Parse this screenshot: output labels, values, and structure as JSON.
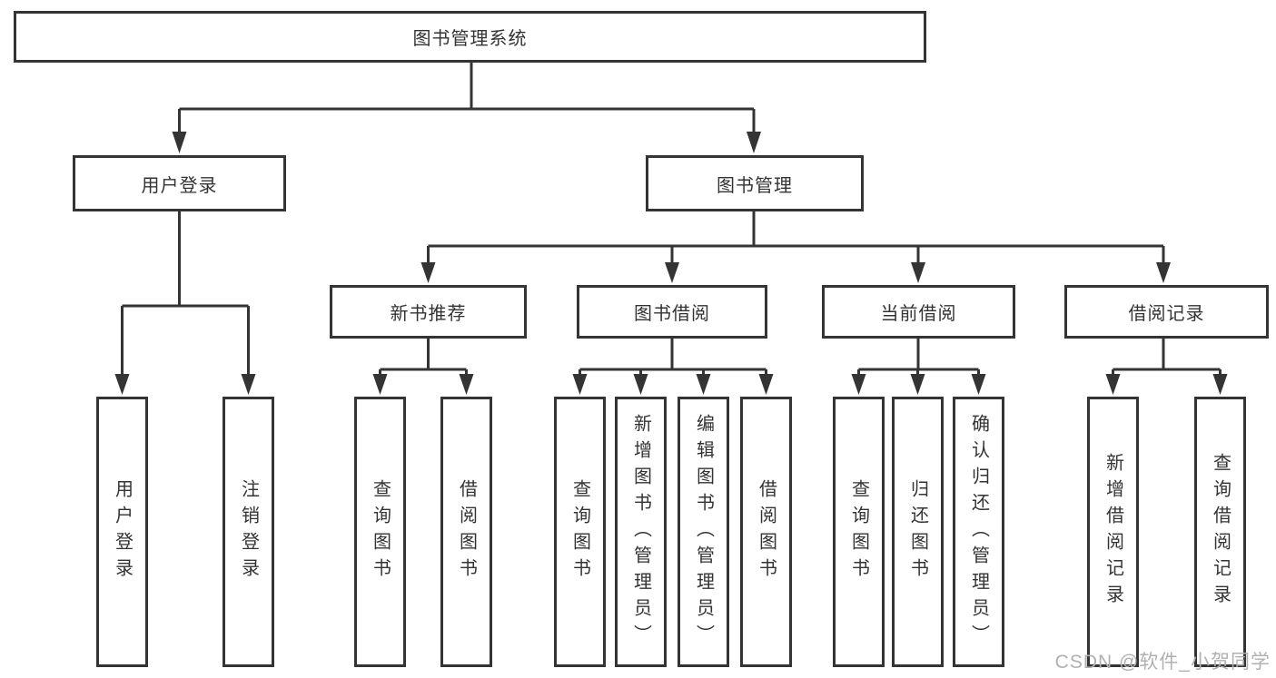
{
  "structure": {
    "label": "图书管理系统",
    "children": [
      {
        "label": "用户登录",
        "children": [
          {
            "label": "用户登录"
          },
          {
            "label": "注销登录"
          }
        ]
      },
      {
        "label": "图书管理",
        "children": [
          {
            "label": "新书推荐",
            "children": [
              {
                "label": "查询图书"
              },
              {
                "label": "借阅图书"
              }
            ]
          },
          {
            "label": "图书借阅",
            "children": [
              {
                "label": "查询图书"
              },
              {
                "label": "新增图书（管理员）"
              },
              {
                "label": "编辑图书（管理员）"
              },
              {
                "label": "借阅图书"
              }
            ]
          },
          {
            "label": "当前借阅",
            "children": [
              {
                "label": "查询图书"
              },
              {
                "label": "归还图书"
              },
              {
                "label": "确认归还（管理员）"
              }
            ]
          },
          {
            "label": "借阅记录",
            "children": [
              {
                "label": "新增借阅记录"
              },
              {
                "label": "查询借阅记录"
              }
            ]
          }
        ]
      }
    ]
  },
  "watermark": {
    "text": "CSDN @软件_小贺同学"
  },
  "colors": {
    "line": "#343434",
    "box_border": "#343434",
    "text": "#333333",
    "background": "#ffffff",
    "watermark": "#b0b0b0"
  }
}
